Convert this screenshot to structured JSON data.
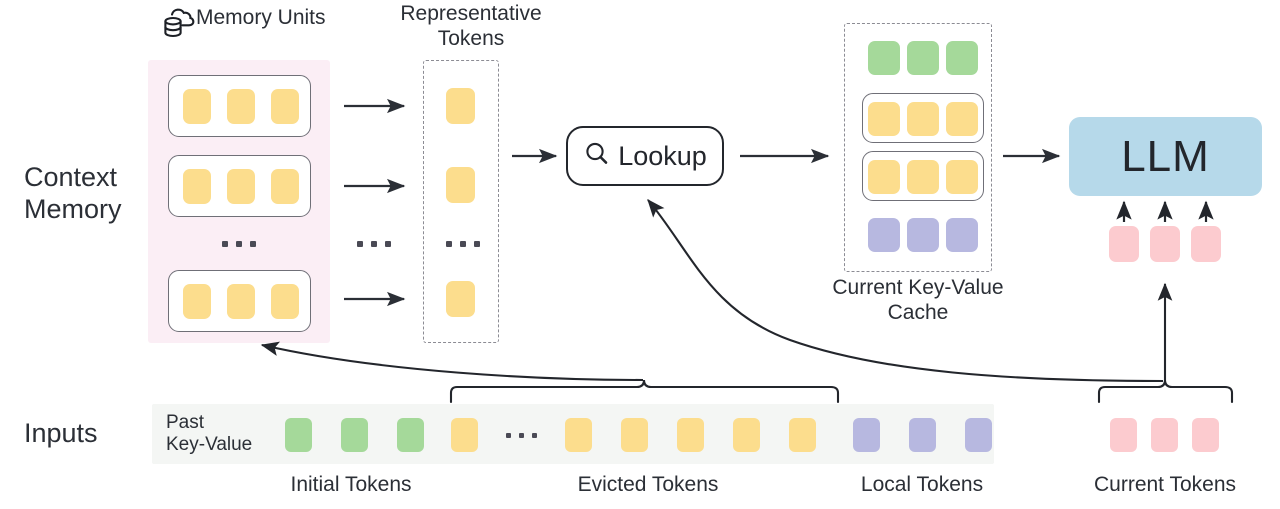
{
  "figure": {
    "title": "Context Memory LLM inference diagram"
  },
  "labels": {
    "memory_units": "Memory Units",
    "representative_tokens": "Representative\nTokens",
    "context_memory": "Context\nMemory",
    "lookup": "Lookup",
    "current_kv_cache": "Current Key-Value\nCache",
    "llm": "LLM",
    "inputs": "Inputs",
    "past_key_value": "Past\nKey-Value",
    "initial_tokens": "Initial Tokens",
    "evicted_tokens": "Evicted Tokens",
    "local_tokens": "Local Tokens",
    "current_tokens": "Current Tokens",
    "ellipsis": "..."
  },
  "icons": {
    "memory_units": "cloud-database-icon",
    "lookup": "magnifier-icon"
  },
  "colors": {
    "token_yellow": "#fcdd8d",
    "token_green": "#a5d99a",
    "token_purple": "#b7b8e0",
    "token_pink": "#fccbcf",
    "llm_blue": "#b6d9ea",
    "context_memory_bg": "#fbeef5",
    "inputs_strip_bg": "#f4f6f4",
    "outline": "#23262c",
    "dashed_outline": "#8c8c94",
    "text": "#2b2f36"
  },
  "context_memory": {
    "units": [
      {
        "tokens": [
          "yellow",
          "yellow",
          "yellow"
        ]
      },
      {
        "tokens": [
          "yellow",
          "yellow",
          "yellow"
        ]
      },
      {
        "tokens": [
          "yellow",
          "yellow",
          "yellow"
        ]
      }
    ],
    "ellipsis_between": "...",
    "unit_count_visible": 3
  },
  "representative_tokens": {
    "tokens": [
      "yellow",
      "yellow",
      "yellow"
    ],
    "ellipsis_between": "..."
  },
  "kv_cache": {
    "rows": [
      {
        "kind": "plain",
        "tokens": [
          "green",
          "green",
          "green"
        ]
      },
      {
        "kind": "boxed",
        "tokens": [
          "yellow",
          "yellow",
          "yellow"
        ]
      },
      {
        "kind": "boxed",
        "tokens": [
          "yellow",
          "yellow",
          "yellow"
        ]
      },
      {
        "kind": "plain",
        "tokens": [
          "purple",
          "purple",
          "purple"
        ]
      }
    ]
  },
  "llm_inputs": {
    "tokens": [
      "pink",
      "pink",
      "pink"
    ],
    "arrow_count": 3
  },
  "inputs_row": {
    "groups": [
      {
        "name": "initial",
        "label": "Initial Tokens",
        "tokens": [
          "green",
          "green",
          "green"
        ]
      },
      {
        "name": "evicted",
        "label": "Evicted Tokens",
        "tokens": [
          "yellow",
          "ellipsis",
          "yellow",
          "yellow",
          "yellow",
          "yellow",
          "yellow"
        ]
      },
      {
        "name": "local",
        "label": "Local Tokens",
        "tokens": [
          "purple",
          "purple",
          "purple"
        ]
      },
      {
        "name": "current",
        "label": "Current Tokens",
        "tokens": [
          "pink",
          "pink",
          "pink"
        ]
      }
    ]
  },
  "flow_arrows": {
    "memory_unit_to_rep": 3,
    "rep_to_lookup": 1,
    "lookup_to_cache": 1,
    "cache_to_llm": 1,
    "current_tokens_to_lookup": 1,
    "current_tokens_to_llm": 1,
    "evicted_to_context_memory": 1
  }
}
